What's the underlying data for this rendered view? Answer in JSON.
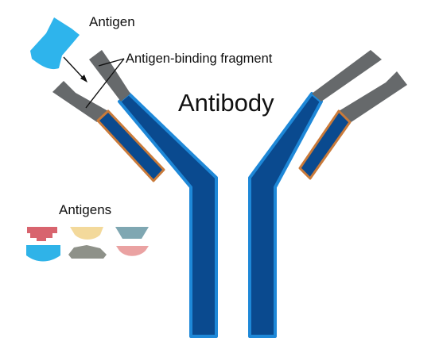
{
  "labels": {
    "antigen": "Antigen",
    "fragment": "Antigen-binding fragment",
    "antibody": "Antibody",
    "antigens": "Antigens"
  },
  "colors": {
    "heavy_chain_fill": "#0a4a8f",
    "heavy_chain_edge": "#1e88d8",
    "light_chain_edge": "#c97a3a",
    "variable_region": "#66696b",
    "bound_antigen": "#2eb4ec",
    "antigen_swatches": [
      "#d8646e",
      "#f3d99b",
      "#7fa7b2",
      "#2fb3e8",
      "#8e9189",
      "#eaa2a2"
    ]
  }
}
